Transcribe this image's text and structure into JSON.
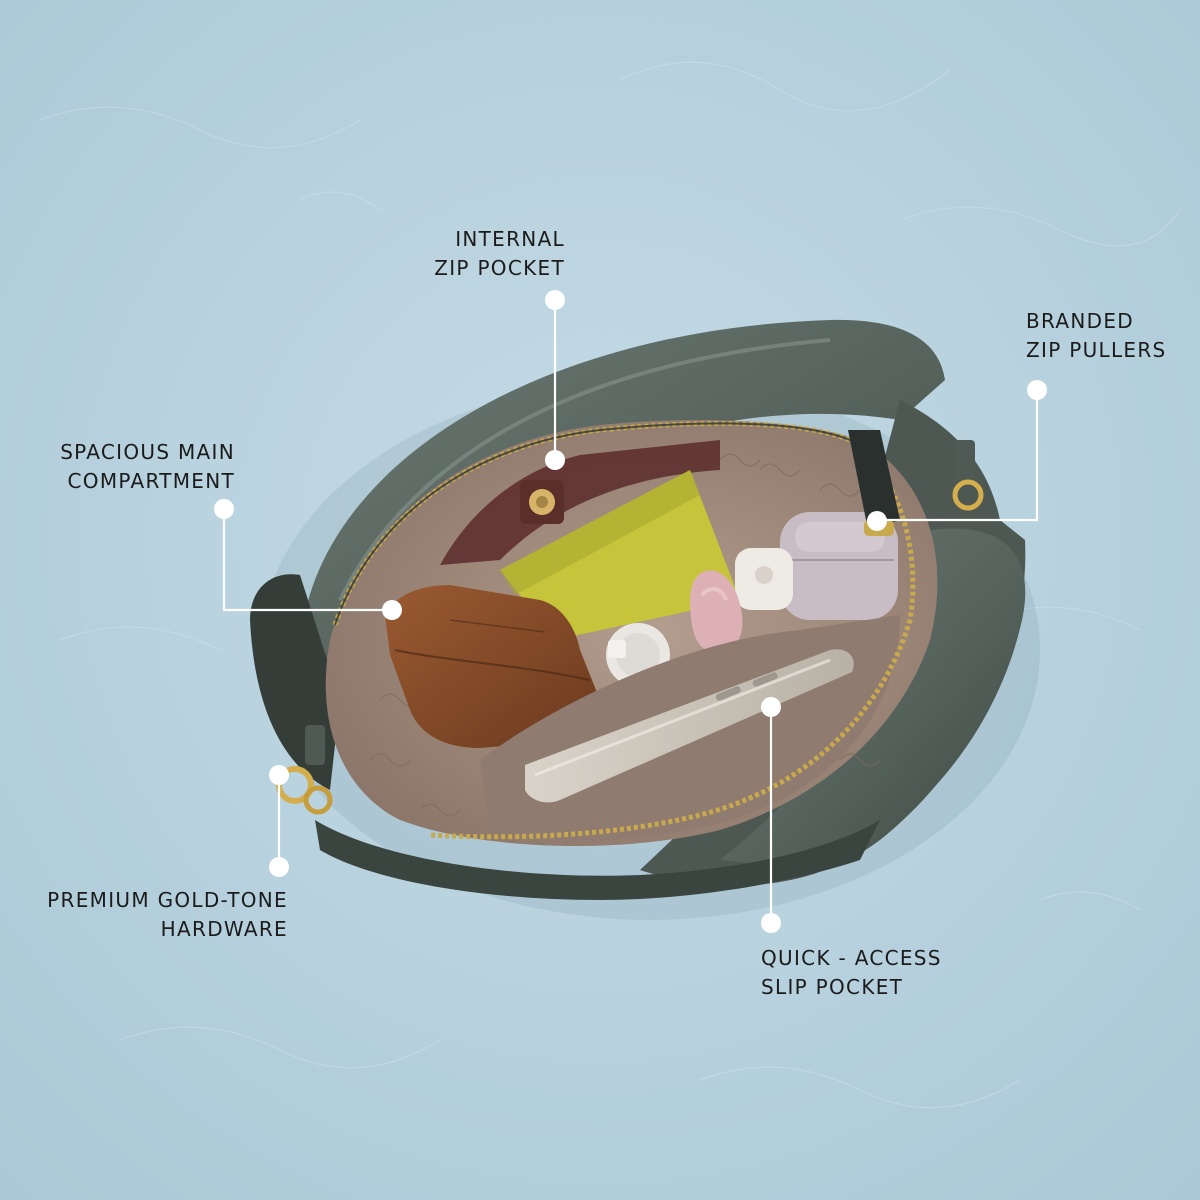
{
  "background_color": "#b9d3df",
  "bag_color": "#56625c",
  "lining_color": "#a58f80",
  "zipper_color": "#c8a94c",
  "callouts": {
    "internal_zip_pocket": {
      "line1": "INTERNAL",
      "line2": "ZIP POCKET"
    },
    "branded_zip_pullers": {
      "line1": "BRANDED",
      "line2": "ZIP PULLERS"
    },
    "spacious_main_compartment": {
      "line1": "SPACIOUS MAIN",
      "line2": "COMPARTMENT"
    },
    "premium_gold_tone_hardware": {
      "line1": "PREMIUM GOLD-TONE",
      "line2": "HARDWARE"
    },
    "quick_access_slip_pocket": {
      "line1": "QUICK - ACCESS",
      "line2": "SLIP POCKET"
    }
  }
}
